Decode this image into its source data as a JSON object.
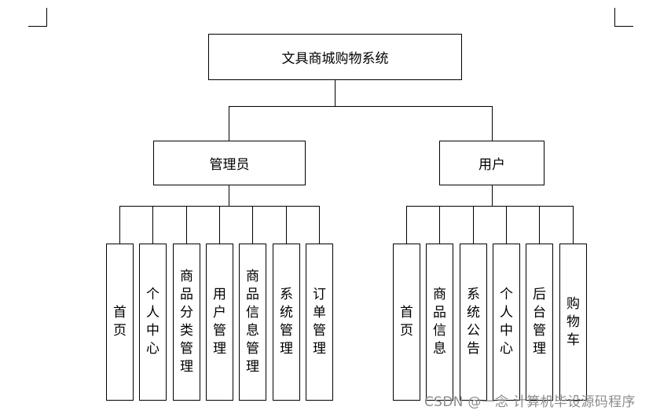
{
  "diagram": {
    "root": "文具商城购物系统",
    "roles": [
      {
        "label": "管理员",
        "modules": [
          "首页",
          "个人中心",
          "商品分类管理",
          "用户管理",
          "商品信息管理",
          "系统管理",
          "订单管理"
        ]
      },
      {
        "label": "用户",
        "modules": [
          "首页",
          "商品信息",
          "系统公告",
          "个人中心",
          "后台管理",
          "购物车"
        ]
      }
    ]
  },
  "watermark": "CSDN @一念 计算机毕设源码程序"
}
